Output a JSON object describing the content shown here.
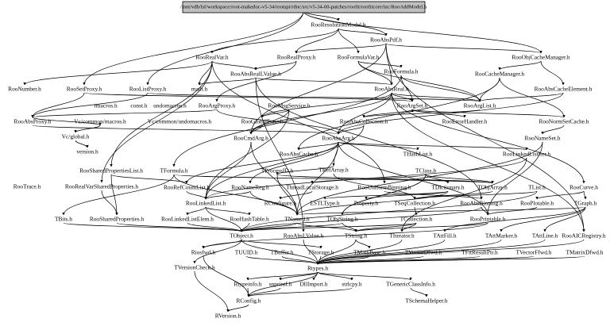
{
  "root": "/mnt/vdb/lsf/workspace/root-makedoc-v5-34/rootspi/rdoc/src/v5-34-00-patches/roofit/roofitcore/inc/RooAddModel.h",
  "nodes": [
    {
      "id": "RooResolutionModel.h",
      "label": "RooResolutionModel.h"
    },
    {
      "id": "RooAbsPdf.h",
      "label": "RooAbsPdf.h"
    },
    {
      "id": "RooRealVar.h",
      "label": "RooRealVar.h"
    },
    {
      "id": "RooRealProxy.h",
      "label": "RooRealProxy.h"
    },
    {
      "id": "RooFormulaVar.h",
      "label": "RooFormulaVar.h"
    },
    {
      "id": "RooObjCacheManager.h",
      "label": "RooObjCacheManager.h"
    },
    {
      "id": "RooNumber.h",
      "label": "RooNumber.h"
    },
    {
      "id": "RooSetProxy.h",
      "label": "RooSetProxy.h"
    },
    {
      "id": "RooListProxy.h",
      "label": "RooListProxy.h"
    },
    {
      "id": "math.h",
      "label": "math.h"
    },
    {
      "id": "RooAbsRealLValue.h",
      "label": "RooAbsRealLValue.h"
    },
    {
      "id": "RooFormula.h",
      "label": "RooFormula.h"
    },
    {
      "id": "RooCacheManager.h",
      "label": "RooCacheManager.h"
    },
    {
      "id": "RooAbsReal.h",
      "label": "RooAbsReal.h"
    },
    {
      "id": "RooAbsCacheElement.h",
      "label": "RooAbsCacheElement.h"
    },
    {
      "id": "rmacros.h",
      "label": "rmacros.h"
    },
    {
      "id": "const.h",
      "label": "const.h"
    },
    {
      "id": "undomacros.h",
      "label": "undomacros.h"
    },
    {
      "id": "RooArgProxy.h",
      "label": "RooArgProxy.h"
    },
    {
      "id": "RooMsgService.h",
      "label": "RooMsgService.h"
    },
    {
      "id": "RooArgSet.h",
      "label": "RooArgSet.h"
    },
    {
      "id": "RooArgList.h",
      "label": "RooArgList.h"
    },
    {
      "id": "RooAbsProxy.h",
      "label": "RooAbsProxy.h"
    },
    {
      "id": "Vc/common/macros.h",
      "label": "Vc/common/macros.h"
    },
    {
      "id": "Vc/common/undomacros.h",
      "label": "Vc/common/undomacros.h"
    },
    {
      "id": "RooGlobalFunc.h",
      "label": "RooGlobalFunc.h"
    },
    {
      "id": "RooAbsCollection.h",
      "label": "RooAbsCollection.h"
    },
    {
      "id": "RooErrorHandler.h",
      "label": "RooErrorHandler.h"
    },
    {
      "id": "RooNormSetCache.h",
      "label": "RooNormSetCache.h"
    },
    {
      "id": "Vc/global.h",
      "label": "Vc/global.h"
    },
    {
      "id": "RooCmdArg.h",
      "label": "RooCmdArg.h"
    },
    {
      "id": "RooAbsArg.h",
      "label": "RooAbsArg.h"
    },
    {
      "id": "RooNameSet.h",
      "label": "RooNameSet.h"
    },
    {
      "id": "version.h",
      "label": "version.h"
    },
    {
      "id": "RooAbsCache.h",
      "label": "RooAbsCache.h"
    },
    {
      "id": "THashList.h",
      "label": "THashList.h"
    },
    {
      "id": "TRefArray.h",
      "label": "TRefArray.h"
    },
    {
      "id": "RooLinkedListIter.h",
      "label": "RooLinkedListIter.h"
    },
    {
      "id": "RooSharedPropertiesList.h",
      "label": "RooSharedPropertiesList.h"
    },
    {
      "id": "TFormula.h",
      "label": "TFormula.h"
    },
    {
      "id": "TProcessID.h",
      "label": "TProcessID.h"
    },
    {
      "id": "TClass.h",
      "label": "TClass.h"
    },
    {
      "id": "RooTrace.h",
      "label": "RooTrace.h"
    },
    {
      "id": "RooRealVarSharedProperties.h",
      "label": "RooRealVarSharedProperties.h"
    },
    {
      "id": "RooRefCountList.h",
      "label": "RooRefCountList.h"
    },
    {
      "id": "RooNameReg.h",
      "label": "RooNameReg.h"
    },
    {
      "id": "ThreadLocalStorage.h",
      "label": "ThreadLocalStorage.h"
    },
    {
      "id": "RooUniformBinning.h",
      "label": "RooUniformBinning.h"
    },
    {
      "id": "TDictionary.h",
      "label": "TDictionary.h"
    },
    {
      "id": "TObjArray.h",
      "label": "TObjArray.h"
    },
    {
      "id": "TList.h",
      "label": "TList.h"
    },
    {
      "id": "RooCurve.h",
      "label": "RooCurve.h"
    },
    {
      "id": "RooLinkedList.h",
      "label": "RooLinkedList.h"
    },
    {
      "id": "RConfigure.h",
      "label": "RConfigure.h"
    },
    {
      "id": "ESTLType.h",
      "label": "ESTLType.h"
    },
    {
      "id": "Property.h",
      "label": "Property.h"
    },
    {
      "id": "TSeqCollection.h",
      "label": "TSeqCollection.h"
    },
    {
      "id": "RooAbsBinning.h",
      "label": "RooAbsBinning.h"
    },
    {
      "id": "RooPlotable.h",
      "label": "RooPlotable.h"
    },
    {
      "id": "TGraph.h",
      "label": "TGraph.h"
    },
    {
      "id": "TBits.h",
      "label": "TBits.h"
    },
    {
      "id": "RooSharedProperties.h",
      "label": "RooSharedProperties.h"
    },
    {
      "id": "RooLinkedListElem.h",
      "label": "RooLinkedListElem.h"
    },
    {
      "id": "RooHashTable.h",
      "label": "RooHashTable.h"
    },
    {
      "id": "TNamed.h",
      "label": "TNamed.h"
    },
    {
      "id": "TObjString.h",
      "label": "TObjString.h"
    },
    {
      "id": "TCollection.h",
      "label": "TCollection.h"
    },
    {
      "id": "RooPrintable.h",
      "label": "RooPrintable.h"
    },
    {
      "id": "TObject.h",
      "label": "TObject.h"
    },
    {
      "id": "RooAbsLValue.h",
      "label": "RooAbsLValue.h"
    },
    {
      "id": "TString.h",
      "label": "TString.h"
    },
    {
      "id": "TIterator.h",
      "label": "TIterator.h"
    },
    {
      "id": "TAttFill.h",
      "label": "TAttFill.h"
    },
    {
      "id": "TAttMarker.h",
      "label": "TAttMarker.h"
    },
    {
      "id": "TAttLine.h",
      "label": "TAttLine.h"
    },
    {
      "id": "RooAICRegistry.h",
      "label": "RooAICRegistry.h"
    },
    {
      "id": "Riosfwd.h",
      "label": "Riosfwd.h"
    },
    {
      "id": "TUUID.h",
      "label": "TUUID.h"
    },
    {
      "id": "TBuffer.h",
      "label": "TBuffer.h"
    },
    {
      "id": "TStorage.h",
      "label": "TStorage.h"
    },
    {
      "id": "TMathBase.h",
      "label": "TMathBase.h"
    },
    {
      "id": "TVectorDfwd.h",
      "label": "TVectorDfwd.h"
    },
    {
      "id": "TFitResultPtr.h",
      "label": "TFitResultPtr.h"
    },
    {
      "id": "TVectorFfwd.h",
      "label": "TVectorFfwd.h"
    },
    {
      "id": "TMatrixDfwd.h",
      "label": "TMatrixDfwd.h"
    },
    {
      "id": "TVersionCheck.h",
      "label": "TVersionCheck.h"
    },
    {
      "id": "Rtypes.h",
      "label": "Rtypes.h"
    },
    {
      "id": "Rtypeinfo.h",
      "label": "Rtypeinfo.h"
    },
    {
      "id": "snprintf.h",
      "label": "snprintf.h"
    },
    {
      "id": "DllImport.h",
      "label": "DllImport.h"
    },
    {
      "id": "strlcpy.h",
      "label": "strlcpy.h"
    },
    {
      "id": "TGenericClassInfo.h",
      "label": "TGenericClassInfo.h"
    },
    {
      "id": "RConfig.h",
      "label": "RConfig.h"
    },
    {
      "id": "TSchemaHelper.h",
      "label": "TSchemaHelper.h"
    },
    {
      "id": "RVersion.h",
      "label": "RVersion.h"
    }
  ],
  "edges": [
    [
      "root",
      "RooResolutionModel.h"
    ],
    [
      "root",
      "RooAbsPdf.h"
    ],
    [
      "root",
      "RooObjCacheManager.h"
    ],
    [
      "root",
      "RooSetProxy.h"
    ],
    [
      "root",
      "RooListProxy.h"
    ],
    [
      "RooResolutionModel.h",
      "RooAbsPdf.h"
    ],
    [
      "RooResolutionModel.h",
      "RooRealVar.h"
    ],
    [
      "RooResolutionModel.h",
      "RooFormulaVar.h"
    ],
    [
      "RooResolutionModel.h",
      "RooRealProxy.h"
    ],
    [
      "RooAbsPdf.h",
      "RooAbsReal.h"
    ],
    [
      "RooAbsPdf.h",
      "RooRealProxy.h"
    ],
    [
      "RooAbsPdf.h",
      "RooObjCacheManager.h"
    ],
    [
      "RooAbsPdf.h",
      "RooCmdArg.h"
    ],
    [
      "RooRealVar.h",
      "RooNumber.h"
    ],
    [
      "RooRealVar.h",
      "RooAbsRealLValue.h"
    ],
    [
      "RooRealVar.h",
      "math.h"
    ],
    [
      "RooRealVar.h",
      "RooUniformBinning.h"
    ],
    [
      "RooRealVar.h",
      "RooSharedPropertiesList.h"
    ],
    [
      "RooRealVar.h",
      "RooRealVarSharedProperties.h"
    ],
    [
      "RooRealProxy.h",
      "RooAbsRealLValue.h"
    ],
    [
      "RooRealProxy.h",
      "RooArgProxy.h"
    ],
    [
      "RooFormulaVar.h",
      "RooFormula.h"
    ],
    [
      "RooFormulaVar.h",
      "RooAbsReal.h"
    ],
    [
      "RooFormulaVar.h",
      "RooArgList.h"
    ],
    [
      "RooObjCacheManager.h",
      "RooCacheManager.h"
    ],
    [
      "RooObjCacheManager.h",
      "RooAbsCacheElement.h"
    ],
    [
      "RooSetProxy.h",
      "RooAbsProxy.h"
    ],
    [
      "RooSetProxy.h",
      "RooArgSet.h"
    ],
    [
      "RooListProxy.h",
      "RooAbsProxy.h"
    ],
    [
      "RooListProxy.h",
      "RooArgList.h"
    ],
    [
      "RooAbsRealLValue.h",
      "RooAbsReal.h"
    ],
    [
      "RooAbsRealLValue.h",
      "RooAbsLValue.h"
    ],
    [
      "RooAbsRealLValue.h",
      "RooAbsBinning.h"
    ],
    [
      "RooAbsRealLValue.h",
      "math.h"
    ],
    [
      "RooFormula.h",
      "TFormula.h"
    ],
    [
      "RooFormula.h",
      "RooArgSet.h"
    ],
    [
      "RooFormula.h",
      "RooArgList.h"
    ],
    [
      "RooCacheManager.h",
      "RooNormSetCache.h"
    ],
    [
      "RooCacheManager.h",
      "RooAbsCache.h"
    ],
    [
      "RooCacheManager.h",
      "RooArgList.h"
    ],
    [
      "RooAbsReal.h",
      "RooAbsArg.h"
    ],
    [
      "RooAbsReal.h",
      "RooCmdArg.h"
    ],
    [
      "RooAbsReal.h",
      "RooCurve.h"
    ],
    [
      "RooAbsReal.h",
      "RooArgSet.h"
    ],
    [
      "RooAbsReal.h",
      "RooArgList.h"
    ],
    [
      "RooAbsReal.h",
      "RooGlobalFunc.h"
    ],
    [
      "RooAbsCacheElement.h",
      "RooAbsArg.h"
    ],
    [
      "RooAbsCacheElement.h",
      "RooArgList.h"
    ],
    [
      "RooArgProxy.h",
      "RooAbsProxy.h"
    ],
    [
      "RooArgProxy.h",
      "RooAbsArg.h"
    ],
    [
      "RooMsgService.h",
      "RooCmdArg.h"
    ],
    [
      "RooMsgService.h",
      "RooGlobalFunc.h"
    ],
    [
      "RooMsgService.h",
      "RooLinkedList.h"
    ],
    [
      "RooArgSet.h",
      "RooAbsCollection.h"
    ],
    [
      "RooArgSet.h",
      "RooErrorHandler.h"
    ],
    [
      "RooArgList.h",
      "RooAbsCollection.h"
    ],
    [
      "RooAbsProxy.h",
      "RooAbsArg.h"
    ],
    [
      "RooAbsProxy.h",
      "Vc/common/macros.h"
    ],
    [
      "Vc/common/macros.h",
      "Vc/global.h"
    ],
    [
      "Vc/global.h",
      "version.h"
    ],
    [
      "RooGlobalFunc.h",
      "RooCmdArg.h"
    ],
    [
      "RooAbsCollection.h",
      "RooAbsArg.h"
    ],
    [
      "RooAbsCollection.h",
      "RooLinkedList.h"
    ],
    [
      "RooNormSetCache.h",
      "RooNameSet.h"
    ],
    [
      "RooNormSetCache.h",
      "RooArgSet.h"
    ],
    [
      "RooCmdArg.h",
      "RooLinkedList.h"
    ],
    [
      "RooCmdArg.h",
      "TNamed.h"
    ],
    [
      "RooAbsArg.h",
      "THashList.h"
    ],
    [
      "RooAbsArg.h",
      "TRefArray.h"
    ],
    [
      "RooAbsArg.h",
      "RooPrintable.h"
    ],
    [
      "RooAbsArg.h",
      "RooRefCountList.h"
    ],
    [
      "RooAbsArg.h",
      "RooAbsCache.h"
    ],
    [
      "RooAbsArg.h",
      "RooLinkedListIter.h"
    ],
    [
      "RooAbsArg.h",
      "RooNameReg.h"
    ],
    [
      "RooAbsArg.h",
      "TNamed.h"
    ],
    [
      "RooNameSet.h",
      "TNamed.h"
    ],
    [
      "RooNameSet.h",
      "RooPrintable.h"
    ],
    [
      "TRefArray.h",
      "TProcessID.h"
    ],
    [
      "TRefArray.h",
      "TSeqCollection.h"
    ],
    [
      "RooLinkedListIter.h",
      "TIterator.h"
    ],
    [
      "RooLinkedListIter.h",
      "RooLinkedList.h"
    ],
    [
      "RooSharedPropertiesList.h",
      "RooSharedProperties.h"
    ],
    [
      "RooSharedPropertiesList.h",
      "RooRefCountList.h"
    ],
    [
      "TFormula.h",
      "TNamed.h"
    ],
    [
      "TFormula.h",
      "TBits.h"
    ],
    [
      "TFormula.h",
      "TObjArray.h"
    ],
    [
      "TProcessID.h",
      "TNamed.h"
    ],
    [
      "TProcessID.h",
      "TObjArray.h"
    ],
    [
      "TClass.h",
      "TDictionary.h"
    ],
    [
      "TClass.h",
      "TObjArray.h"
    ],
    [
      "TClass.h",
      "TObjString.h"
    ],
    [
      "TClass.h",
      "ThreadLocalStorage.h"
    ],
    [
      "RooRealVarSharedProperties.h",
      "RooSharedProperties.h"
    ],
    [
      "RooRefCountList.h",
      "RooLinkedList.h"
    ],
    [
      "RooNameReg.h",
      "TNamed.h"
    ],
    [
      "RooNameReg.h",
      "RooLinkedList.h"
    ],
    [
      "ThreadLocalStorage.h",
      "RConfigure.h"
    ],
    [
      "RooUniformBinning.h",
      "RooAbsBinning.h"
    ],
    [
      "TDictionary.h",
      "TNamed.h"
    ],
    [
      "TDictionary.h",
      "ESTLType.h"
    ],
    [
      "TDictionary.h",
      "Property.h"
    ],
    [
      "TObjArray.h",
      "TSeqCollection.h"
    ],
    [
      "TList.h",
      "TSeqCollection.h"
    ],
    [
      "RooCurve.h",
      "TGraph.h"
    ],
    [
      "RooCurve.h",
      "RooPlotable.h"
    ],
    [
      "RooLinkedList.h",
      "RooLinkedListElem.h"
    ],
    [
      "RooLinkedList.h",
      "RooHashTable.h"
    ],
    [
      "RooLinkedList.h",
      "TObject.h"
    ],
    [
      "TSeqCollection.h",
      "TCollection.h"
    ],
    [
      "RooAbsBinning.h",
      "RooPrintable.h"
    ],
    [
      "RooAbsBinning.h",
      "TObject.h"
    ],
    [
      "RooPlotable.h",
      "RooPrintable.h"
    ],
    [
      "TGraph.h",
      "TNamed.h"
    ],
    [
      "TGraph.h",
      "TAttLine.h"
    ],
    [
      "TGraph.h",
      "TAttFill.h"
    ],
    [
      "TGraph.h",
      "TAttMarker.h"
    ],
    [
      "TBits.h",
      "TObject.h"
    ],
    [
      "RooSharedProperties.h",
      "TObject.h"
    ],
    [
      "RooLinkedListElem.h",
      "TObject.h"
    ],
    [
      "RooHashTable.h",
      "TObject.h"
    ],
    [
      "TNamed.h",
      "TString.h"
    ],
    [
      "TNamed.h",
      "TObject.h"
    ],
    [
      "TObjString.h",
      "TObject.h"
    ],
    [
      "TObjString.h",
      "TString.h"
    ],
    [
      "TCollection.h",
      "TObject.h"
    ],
    [
      "TCollection.h",
      "TIterator.h"
    ],
    [
      "TCollection.h",
      "TString.h"
    ],
    [
      "RooPrintable.h",
      "TString.h"
    ],
    [
      "RooPrintable.h",
      "Riosfwd.h"
    ],
    [
      "TObject.h",
      "Riosfwd.h"
    ],
    [
      "TObject.h",
      "TStorage.h"
    ],
    [
      "TObject.h",
      "TVersionCheck.h"
    ],
    [
      "TObject.h",
      "Rtypes.h"
    ],
    [
      "RooAbsLValue.h",
      "Rtypes.h"
    ],
    [
      "TString.h",
      "TMathBase.h"
    ],
    [
      "TString.h",
      "Rtypes.h"
    ],
    [
      "TIterator.h",
      "Rtypes.h"
    ],
    [
      "TAttFill.h",
      "Rtypes.h"
    ],
    [
      "TAttMarker.h",
      "Rtypes.h"
    ],
    [
      "TAttLine.h",
      "Rtypes.h"
    ],
    [
      "RooAICRegistry.h",
      "Rtypes.h"
    ],
    [
      "Riosfwd.h",
      "RConfig.h"
    ],
    [
      "TUUID.h",
      "Rtypes.h"
    ],
    [
      "TBuffer.h",
      "Rtypes.h"
    ],
    [
      "TStorage.h",
      "Rtypes.h"
    ],
    [
      "TMathBase.h",
      "Rtypes.h"
    ],
    [
      "TVectorDfwd.h",
      "Rtypes.h"
    ],
    [
      "TFitResultPtr.h",
      "Rtypes.h"
    ],
    [
      "TVectorFfwd.h",
      "Rtypes.h"
    ],
    [
      "TMatrixDfwd.h",
      "Rtypes.h"
    ],
    [
      "TVersionCheck.h",
      "RVersion.h"
    ],
    [
      "Rtypes.h",
      "Rtypeinfo.h"
    ],
    [
      "Rtypes.h",
      "snprintf.h"
    ],
    [
      "Rtypes.h",
      "DllImport.h"
    ],
    [
      "Rtypes.h",
      "strlcpy.h"
    ],
    [
      "Rtypes.h",
      "TGenericClassInfo.h"
    ],
    [
      "Rtypes.h",
      "RConfig.h"
    ],
    [
      "Rtypeinfo.h",
      "RConfig.h"
    ],
    [
      "snprintf.h",
      "RConfig.h"
    ],
    [
      "strlcpy.h",
      "RConfig.h"
    ],
    [
      "TGenericClassInfo.h",
      "TSchemaHelper.h"
    ],
    [
      "RConfig.h",
      "RVersion.h"
    ],
    [
      "RooAbsPdf.h",
      "RooAICRegistry.h"
    ],
    [
      "RooAbsReal.h",
      "RooAICRegistry.h"
    ],
    [
      "TClass.h",
      "TObjString.h"
    ],
    [
      "TList.h",
      "TObject.h"
    ]
  ],
  "colors": {
    "root_fill": "#bfbfbf",
    "edge": "#000000",
    "text": "#000000",
    "background": "#ffffff"
  }
}
